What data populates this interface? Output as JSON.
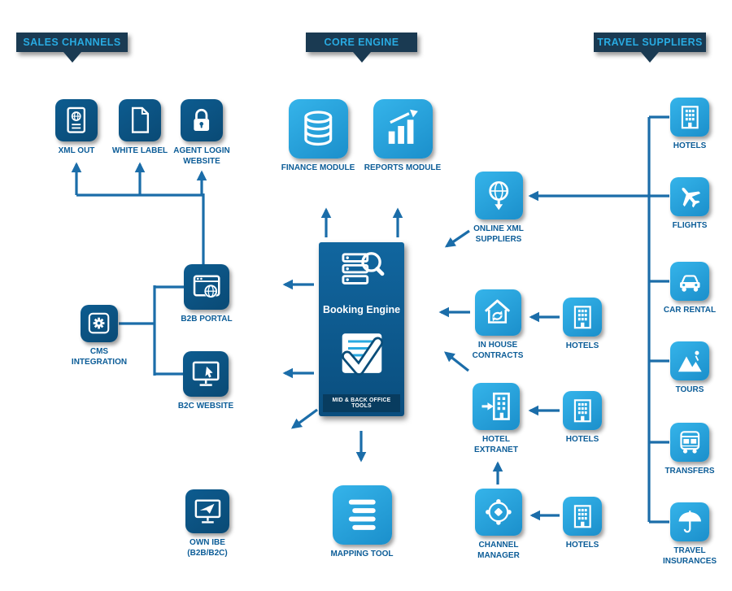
{
  "colors": {
    "dark_tile": "#0d5c90",
    "dark_tile_deep": "#0a4a75",
    "light_tile": "#29a9e1",
    "light_tile_deep": "#1b8fcb",
    "banner_bg": "#1a3a52",
    "banner_text": "#29abe2",
    "label_text": "#0b5c97",
    "connector": "#1b6da9",
    "booking_footer_bg": "#083c5f"
  },
  "banners": {
    "sales_channels": "SALES CHANNELS",
    "core_engine": "CORE ENGINE",
    "travel_suppliers": "TRAVEL SUPPLIERS"
  },
  "sales_channels": {
    "xml_out": {
      "label": "XML OUT",
      "icon": "passport-icon"
    },
    "white_label": {
      "label": "WHITE LABEL",
      "icon": "document-icon"
    },
    "agent_login": {
      "label": "AGENT LOGIN WEBSITE",
      "icon": "padlock-icon"
    },
    "b2b_portal": {
      "label": "B2B PORTAL",
      "icon": "browser-globe-icon"
    },
    "cms_integration": {
      "label": "CMS INTEGRATION",
      "icon": "gear-icon"
    },
    "b2c_website": {
      "label": "B2C WEBSITE",
      "icon": "monitor-cursor-icon"
    },
    "own_ibe": {
      "label": "OWN IBE (B2B/B2C)",
      "icon": "monitor-plane-icon"
    }
  },
  "core_engine": {
    "finance_module": {
      "label": "FINANCE MODULE",
      "icon": "database-icon"
    },
    "reports_module": {
      "label": "REPORTS MODULE",
      "icon": "bar-chart-icon"
    },
    "booking_engine": {
      "title": "Booking Engine",
      "footer": "MID & BACK OFFICE TOOLS",
      "top_icon": "search-list-icon",
      "bottom_icon": "check-document-icon"
    },
    "mapping_tool": {
      "label": "MAPPING TOOL",
      "icon": "list-icon"
    }
  },
  "supplier_gateways": {
    "online_xml_suppliers": {
      "label": "ONLINE XML SUPPLIERS",
      "icon": "globe-download-icon"
    },
    "in_house_contracts": {
      "label": "IN HOUSE CONTRACTS",
      "icon": "house-sync-icon"
    },
    "hotel_extranet": {
      "label": "HOTEL EXTRANET",
      "icon": "building-login-icon"
    },
    "channel_manager": {
      "label": "CHANNEL MANAGER",
      "icon": "network-hub-icon"
    },
    "hotels_in_house": {
      "label": "HOTELS",
      "icon": "building-icon"
    },
    "hotels_extranet": {
      "label": "HOTELS",
      "icon": "building-icon"
    },
    "hotels_channel": {
      "label": "HOTELS",
      "icon": "building-icon"
    }
  },
  "travel_suppliers": {
    "hotels": {
      "label": "HOTELS",
      "icon": "building-icon"
    },
    "flights": {
      "label": "FLIGHTS",
      "icon": "airplane-icon"
    },
    "car_rental": {
      "label": "CAR RENTAL",
      "icon": "car-icon"
    },
    "tours": {
      "label": "TOURS",
      "icon": "mountains-icon"
    },
    "transfers": {
      "label": "TRANSFERS",
      "icon": "bus-icon"
    },
    "travel_insurances": {
      "label": "TRAVEL INSURANCES",
      "icon": "umbrella-icon"
    }
  }
}
